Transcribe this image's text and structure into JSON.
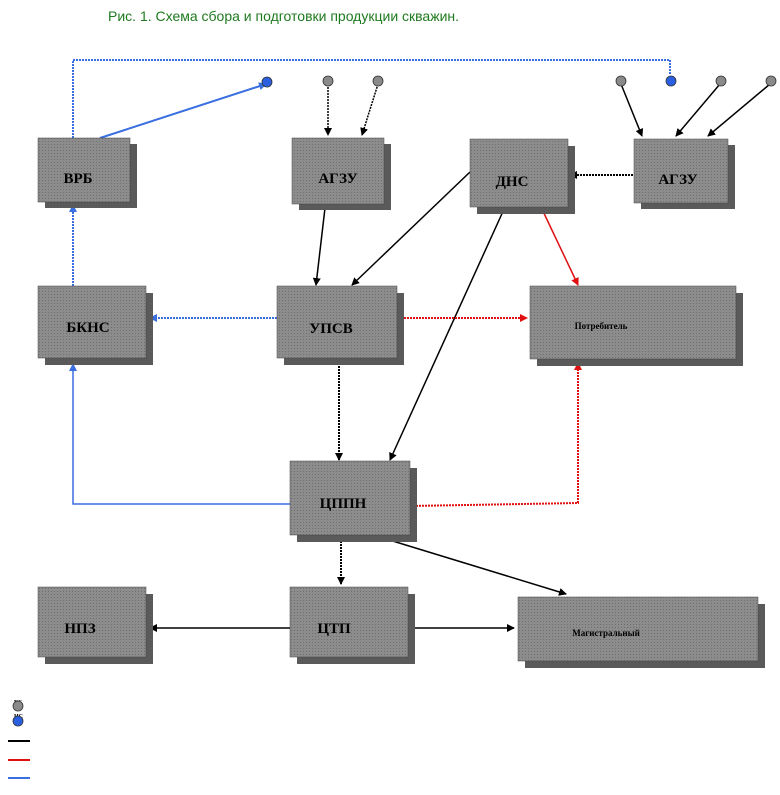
{
  "title": "Рис. 1. Схема сбора и подготовки продукции скважин.",
  "nodes": {
    "vrb": "ВРБ",
    "agzu_center": "АГЗУ",
    "dns": "ДНС",
    "agzu_right": "АГЗУ",
    "bkns": "БКНС",
    "upsv": "УПСВ",
    "consumer": "Потребитель",
    "tspn": "ЦППН",
    "npz": "НПЗ",
    "ctp": "ЦТП",
    "trunk": "Магистральный"
  },
  "legend": {
    "gray_well_label": "ГС",
    "blue_well_label": "НС"
  },
  "colors": {
    "box_fill": "#8c8c8c",
    "box_shadow": "#5a5a5a",
    "black_line": "#000000",
    "red_line": "#e01010",
    "blue_line": "#3a6fe0",
    "gray_well": "#8a8a8a",
    "blue_well": "#2a5fe0",
    "title_color": "#1e7a1e"
  }
}
